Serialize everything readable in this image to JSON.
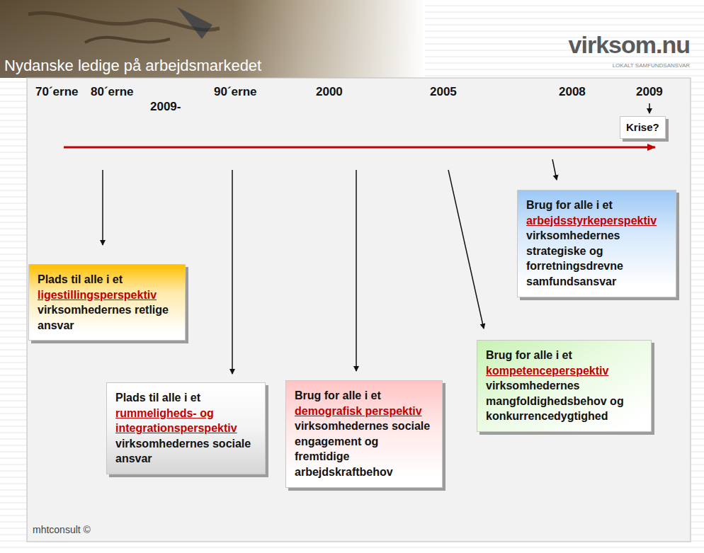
{
  "diagram": {
    "title": "Nydanske ledige på arbejdsmarkedet",
    "nodes": [
      {
        "text": [
          "Krise?"
        ]
      },
      {
        "text": [
          "Plads til alle i et",
          "ligestillingsperspektiv",
          "virksomhedernes retlige ansvar"
        ]
      },
      {
        "text": [
          "Plads til alle i et",
          "rummeligheds- og integrationsperspektiv",
          "virksomhedernes sociale ansvar"
        ]
      },
      {
        "text": [
          "Brug for alle i et",
          "demografisk perspektiv",
          "virksomhedernes sociale engagement og fremtidige arbejdskraftbehov"
        ]
      },
      {
        "text": [
          "Brug for alle i et",
          "kompetenceperspektiv",
          "virksomhedernes mangfoldighedsbehov og konkurrencedygtighed"
        ]
      },
      {
        "text": [
          "Brug for alle i et",
          "arbejdsstyrkeperspektiv",
          "virksomhedernes strategiske og forretningsdrevne samfundsansvar"
        ]
      }
    ],
    "labels": [
      "70´erne",
      "80´erne",
      "90´erne",
      "2009-",
      "2000",
      "2005",
      "2008",
      "2009",
      "virksom.nu",
      "LOKALT SAMFUNDSANSVAR",
      "mhtconsult ©"
    ]
  }
}
